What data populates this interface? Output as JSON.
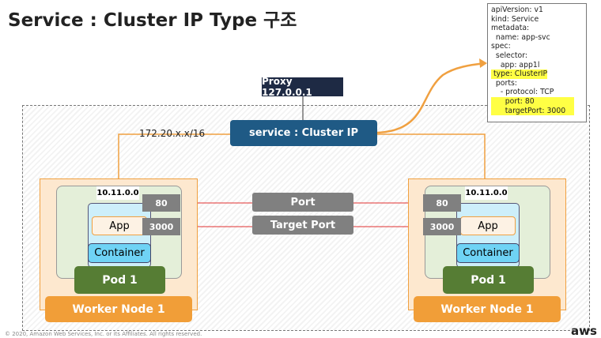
{
  "title": "Service : Cluster IP Type 구조",
  "proxy": "Proxy 127.0.0.1",
  "service": "service : Cluster IP",
  "cidr": "172.20.x.x/16",
  "port_label": "Port",
  "target_port_label": "Target Port",
  "nodes": [
    {
      "ip": "10.11.0.0",
      "port": "80",
      "target_port": "3000",
      "app": "App",
      "container": "Container",
      "pod": "Pod 1",
      "worker": "Worker Node 1"
    },
    {
      "ip": "10.11.0.0",
      "port": "80",
      "target_port": "3000",
      "app": "App",
      "container": "Container",
      "pod": "Pod 1",
      "worker": "Worker Node 1"
    }
  ],
  "yaml": {
    "lines": [
      "apiVersion: v1",
      "kind: Service",
      "metadata:",
      "  name: app-svc",
      "spec:",
      "  selector:",
      "    app: app1l"
    ],
    "type_line": " type: ClusterIP",
    "ports_lines": [
      "  ports:",
      "    - protocol: TCP"
    ],
    "port_line": "      port: 80",
    "target_line": "      targetPort: 3000"
  },
  "footer": "© 2020, Amazon Web Services, Inc. or its Affiliates. All rights reserved.",
  "logo": "aws",
  "colors": {
    "service": "#1f5a85",
    "proxy": "#1e2a44",
    "worker": "#f19e38",
    "pod": "#567d34",
    "container": "#6fd3f5",
    "arrow": "#e03030",
    "link": "#f0a040"
  }
}
